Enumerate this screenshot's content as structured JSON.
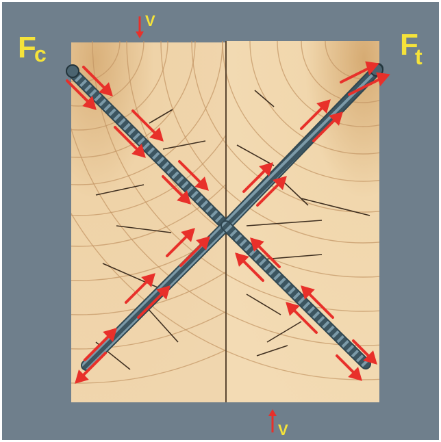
{
  "labels": {
    "compression_force": "F",
    "compression_sub": "c",
    "tension_force": "F",
    "tension_sub": "t",
    "shear_top": "V",
    "shear_bottom": "V"
  },
  "colors": {
    "background": "#6f7f8c",
    "wood_left": "#e8c79a",
    "wood_right": "#ecd0a6",
    "grain": "#b88a5a",
    "crack": "#4a3a2a",
    "screw": "#3c5560",
    "screw_thread": "#6b8794",
    "arrow": "#e8302a",
    "label": "#f5e33a"
  },
  "icons": {
    "top_shear": "arrow-down-icon",
    "bottom_shear": "arrow-up-icon"
  }
}
